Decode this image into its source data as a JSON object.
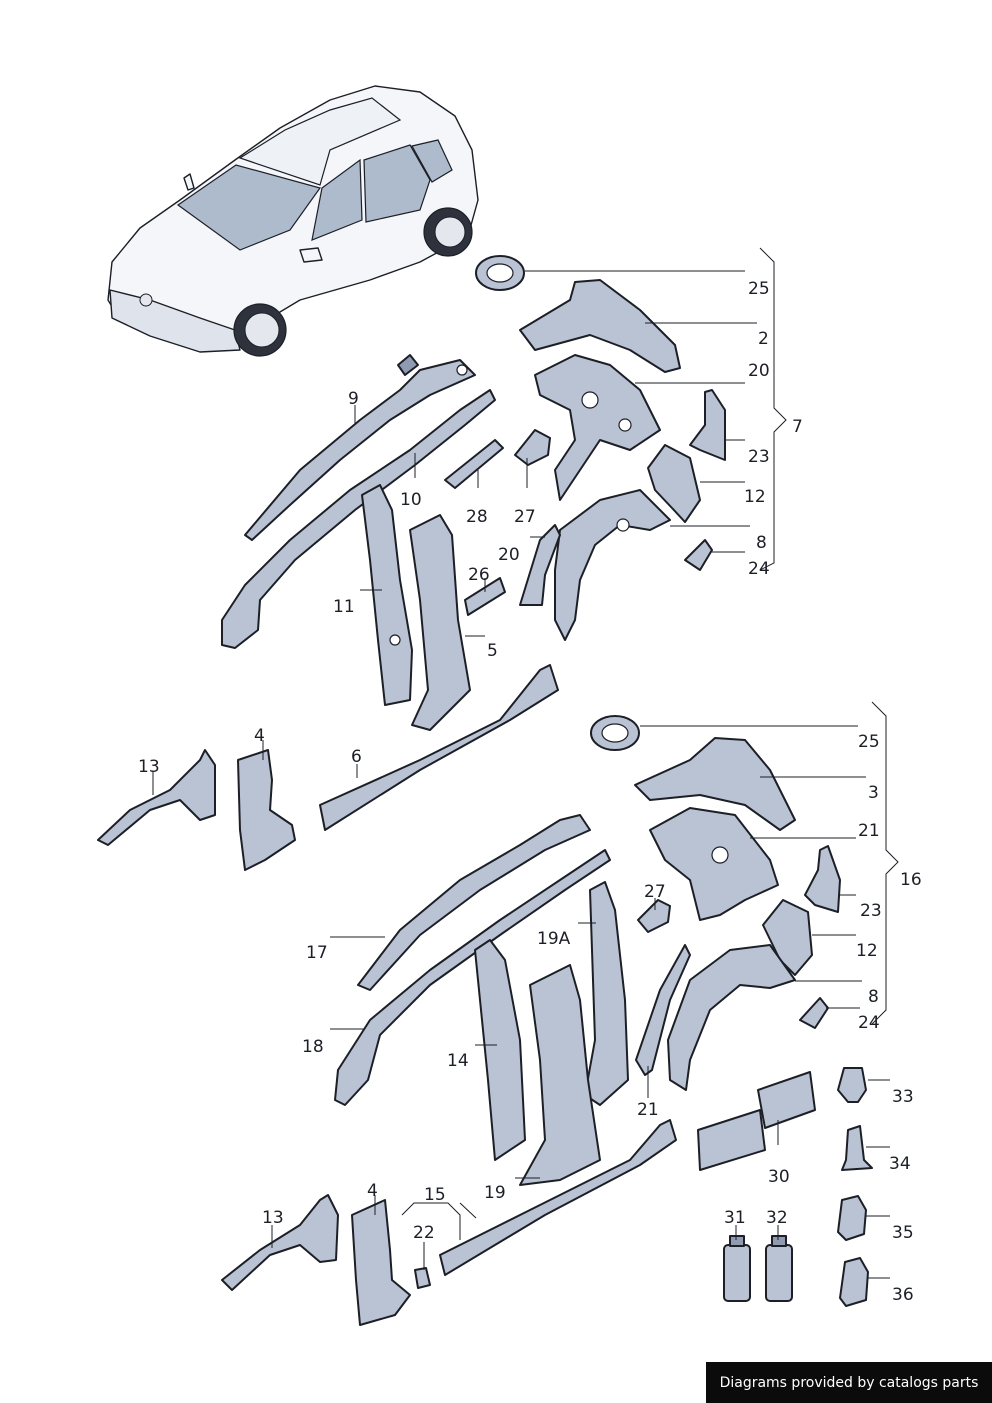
{
  "footer": {
    "credit": "Diagrams provided by catalogs parts"
  },
  "colors": {
    "part_fill": "#b9c3d4",
    "part_stroke": "#1c1f26",
    "badge_bg": "#0b0b0b"
  },
  "callouts": {
    "c25a": "25",
    "c2": "2",
    "c20a": "20",
    "c7": "7",
    "c23a": "23",
    "c12a": "12",
    "c8a": "8",
    "c24a": "24",
    "c9": "9",
    "c10": "10",
    "c28": "28",
    "c27a": "27",
    "c20b": "20",
    "c26": "26",
    "c11": "11",
    "c5": "5",
    "c6": "6",
    "c13a": "13",
    "c4a": "4",
    "c25b": "25",
    "c3": "3",
    "c21a": "21",
    "c16": "16",
    "c23b": "23",
    "c12b": "12",
    "c8b": "8",
    "c24b": "24",
    "c27b": "27",
    "c19A": "19A",
    "c17": "17",
    "c18": "18",
    "c14": "14",
    "c21b": "21",
    "c19": "19",
    "c30": "30",
    "c33": "33",
    "c34": "34",
    "c35": "35",
    "c36": "36",
    "c31": "31",
    "c32": "32",
    "c13b": "13",
    "c4b": "4",
    "c15": "15",
    "c22": "22"
  }
}
